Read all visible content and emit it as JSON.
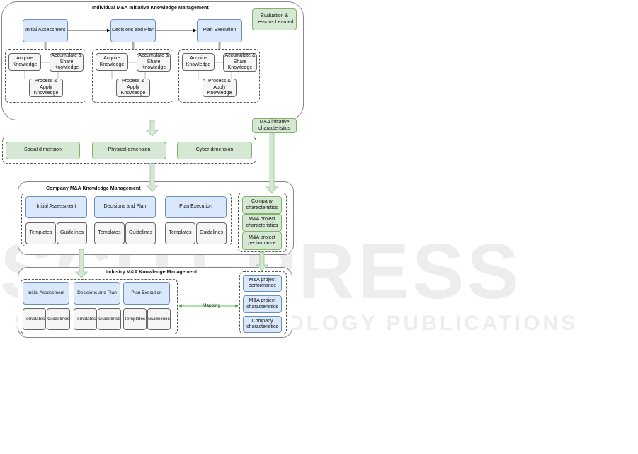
{
  "individual": {
    "title": "Individual M&A Initiative Knowledge Management",
    "phases": [
      "Initial Assessment",
      "Decisions and Plan",
      "Plan Execution"
    ],
    "cycle": {
      "acquire": "Acquire Knowledge",
      "accumulate": "Accumulate & Share Knowledge",
      "process": "Process & Apply Knowledge"
    },
    "evaluation": "Evaluation & Lessons Learned",
    "initiative_characteristics": "M&A initiative characteristics"
  },
  "dimensions": [
    "Social dimension",
    "Physical dimension",
    "Cyber dimension"
  ],
  "company": {
    "title": "Company M&A Knowledge Management",
    "phases": [
      "Initial Assessment",
      "Decisions and Plan",
      "Plan Execution"
    ],
    "templates": "Templates",
    "guidelines": "Guidelines",
    "characteristics": [
      "Company characteristics",
      "M&A project characteristics",
      "M&A project performance"
    ]
  },
  "industry": {
    "title": "Industry M&A Knowledge Management",
    "phases": [
      "Initial Assessment",
      "Decisions and Plan",
      "Plan Execution"
    ],
    "templates": "Templates",
    "guidelines": "Guidelines",
    "characteristics": [
      "M&A project performance",
      "M&A project characteristics",
      "Company characteristics"
    ],
    "mapping": "Mapping"
  },
  "watermark": {
    "line1": "SCITEPRESS",
    "line2": "SCIENCE AND TECHNOLOGY PUBLICATIONS"
  }
}
